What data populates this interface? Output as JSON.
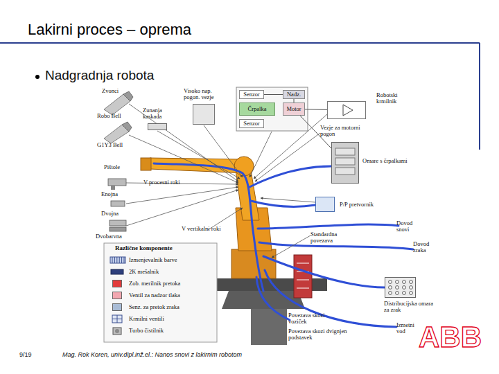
{
  "diagram": {
    "title": "Lakirni proces – oprema",
    "nodes": [
      {
        "text": [
          "Zunanja kaskada"
        ]
      },
      {
        "text": [
          "Visoko nap. pogon. vezje"
        ]
      },
      {
        "text": [
          "Senzor"
        ]
      },
      {
        "text": [
          "Nadz."
        ]
      },
      {
        "text": [
          "Črpalka"
        ]
      },
      {
        "text": [
          "Motor"
        ]
      },
      {
        "text": [
          "Senzor"
        ]
      },
      {
        "text": [
          "Robotski krmilnik"
        ]
      },
      {
        "text": [
          "Omare s črpalkami"
        ]
      },
      {
        "text": [
          "P/P pretvornik"
        ]
      },
      {
        "text": [
          "Distribucijska omara za zrak"
        ]
      }
    ],
    "edges": [
      {
        "from": 2,
        "to": 3,
        "arrow": "none"
      },
      {
        "from": 3,
        "to": 5,
        "arrow": "none"
      },
      {
        "from": 5,
        "to": 7,
        "arrow": "none"
      },
      {
        "from": 5,
        "to": 8,
        "arrow": "none"
      }
    ],
    "labels": [
      "Nadgradnja robota",
      "Zvonci",
      "Robo Bell",
      "G1Y3 Bell",
      "Pištole",
      "Enojna",
      "Dvojna",
      "Dvobarvna",
      "Vezje za motorni pogon",
      "V procesni roki",
      "V vertikalni roki",
      "Standardna povezava",
      "Dovod snovi",
      "Dovod zraka",
      "Različne komponente",
      "Povezava skozi voziček",
      "Povezava skozi dvignjen podstavek",
      "Izmetni vod",
      "9/19",
      "Mag. Rok Koren, univ.dipl.inž.el.: Nanos snovi z lakirnim robotom",
      "ABB"
    ],
    "legend": [
      {
        "text": "Izmenjevalnik barve"
      },
      {
        "text": "2K mešalnik"
      },
      {
        "text": "Zob. merilnik pretoka",
        "color": "#e23b3b"
      },
      {
        "text": "Ventil za nadzor tlaka",
        "color": "#f2a7b0"
      },
      {
        "text": "Senz. za pretok zraka",
        "color": "#a9bcd6"
      },
      {
        "text": "Krmilni ventili"
      },
      {
        "text": "Turbo čistilnik"
      }
    ]
  }
}
